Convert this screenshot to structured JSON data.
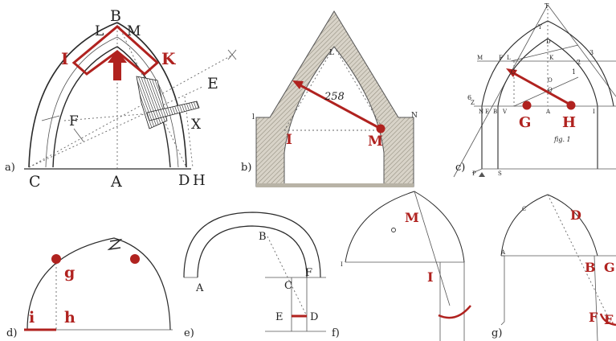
{
  "panel_a": {
    "caption": "a)",
    "points": {
      "L": "L",
      "B": "B",
      "M": "M",
      "I": "I",
      "K": "K",
      "E": "E",
      "F": "F",
      "X": "X",
      "C": "C",
      "A": "A",
      "D": "D",
      "H": "H"
    }
  },
  "panel_b": {
    "caption": "b)",
    "measure": "258",
    "points": {
      "I": "I",
      "M": "M",
      "L": "L",
      "l": "l",
      "N": "N"
    }
  },
  "panel_c": {
    "caption": "c)",
    "fig_label": "fig. 1",
    "points": {
      "G": "G",
      "H": "H",
      "T": "T",
      "D": "D",
      "K": "K",
      "M": "M",
      "F": "F",
      "L": "L",
      "C": "C",
      "Q": "Q",
      "O": "O",
      "N": "N",
      "E": "E",
      "B": "B",
      "V": "V",
      "A": "A",
      "Z": "Z",
      "P": "P",
      "S": "S",
      "I": "I",
      "n1": "1",
      "n2": "2",
      "n3": "3",
      "n6": "6"
    }
  },
  "panel_d": {
    "caption": "d)",
    "points": {
      "g": "g",
      "h": "h",
      "i": "i",
      "Z": "Z"
    }
  },
  "panel_e": {
    "caption": "e)",
    "points": {
      "A": "A",
      "B": "B",
      "C": "C",
      "F": "F",
      "E": "E",
      "D": "D"
    }
  },
  "panel_f": {
    "caption": "f)",
    "points": {
      "M": "M",
      "I": "I",
      "l": "I"
    }
  },
  "panel_g": {
    "caption": "g)",
    "points": {
      "D": "D",
      "B": "B",
      "G": "G",
      "F": "F",
      "E": "E",
      "A": "A",
      "C": "C"
    }
  },
  "colors": {
    "accent": "#b0221f",
    "ink": "#2a2a2a",
    "stone": "#c9c4b9"
  }
}
